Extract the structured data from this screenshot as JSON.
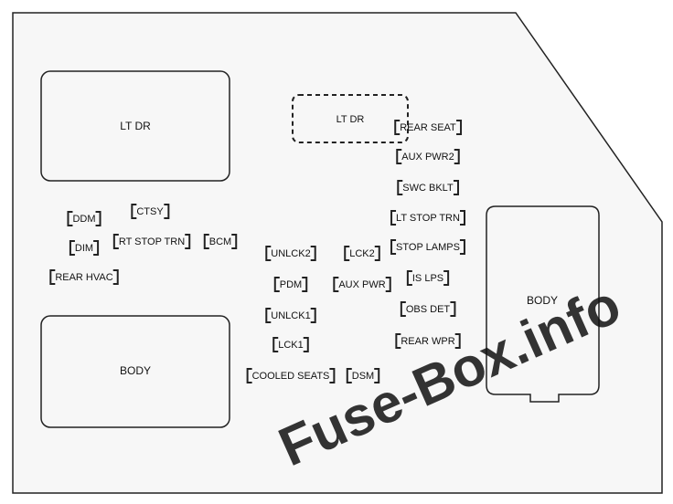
{
  "diagram": {
    "relay_blocks": {
      "lt_dr_left": "LT DR",
      "lt_dr_dashed": "LT DR",
      "body_left": "BODY",
      "body_right": "BODY"
    },
    "fuses": {
      "rear_seat": "REAR SEAT",
      "aux_pwr2": "AUX PWR2",
      "swc_bklt": "SWC BKLT",
      "lt_stop_trn": "LT STOP TRN",
      "stop_lamps": "STOP LAMPS",
      "is_lps": "IS LPS",
      "obs_det": "OBS DET",
      "rear_wpr": "REAR WPR",
      "ddm": "DDM",
      "ctsy": "CTSY",
      "dim": "DIM",
      "rt_stop_trn": "RT STOP TRN",
      "bcm": "BCM",
      "rear_hvac": "REAR HVAC",
      "unlck2": "UNLCK2",
      "lck2": "LCK2",
      "pdm": "PDM",
      "aux_pwr": "AUX PWR",
      "unlck1": "UNLCK1",
      "lck1": "LCK1",
      "cooled_seats": "COOLED SEATS",
      "dsm": "DSM"
    },
    "watermark": "Fuse-Box.info",
    "colors": {
      "outline": "#222222",
      "background": "#f7f7f7",
      "watermark": "#bcbcbc"
    }
  }
}
